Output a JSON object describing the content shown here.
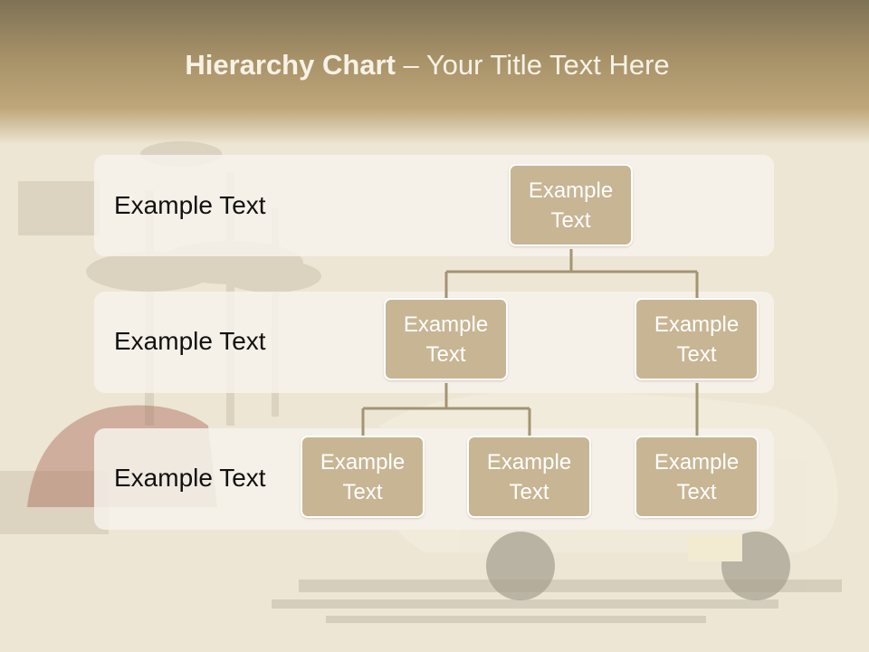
{
  "header": {
    "title_bold": "Hierarchy Chart",
    "title_separator": " – ",
    "title_rest": "Your Title Text Here"
  },
  "rows": [
    {
      "label": "Example Text"
    },
    {
      "label": "Example Text"
    },
    {
      "label": "Example Text"
    }
  ],
  "nodes": {
    "root": {
      "line1": "Example",
      "line2": "Text"
    },
    "l2_a": {
      "line1": "Example",
      "line2": "Text"
    },
    "l2_b": {
      "line1": "Example",
      "line2": "Text"
    },
    "l3_a1": {
      "line1": "Example",
      "line2": "Text"
    },
    "l3_a2": {
      "line1": "Example",
      "line2": "Text"
    },
    "l3_b1": {
      "line1": "Example",
      "line2": "Text"
    }
  },
  "colors": {
    "node_fill": "#c8b593",
    "node_border": "#ffffff",
    "connector": "#a39473",
    "header_dark": "#7e7256",
    "background": "#eee6d5"
  }
}
